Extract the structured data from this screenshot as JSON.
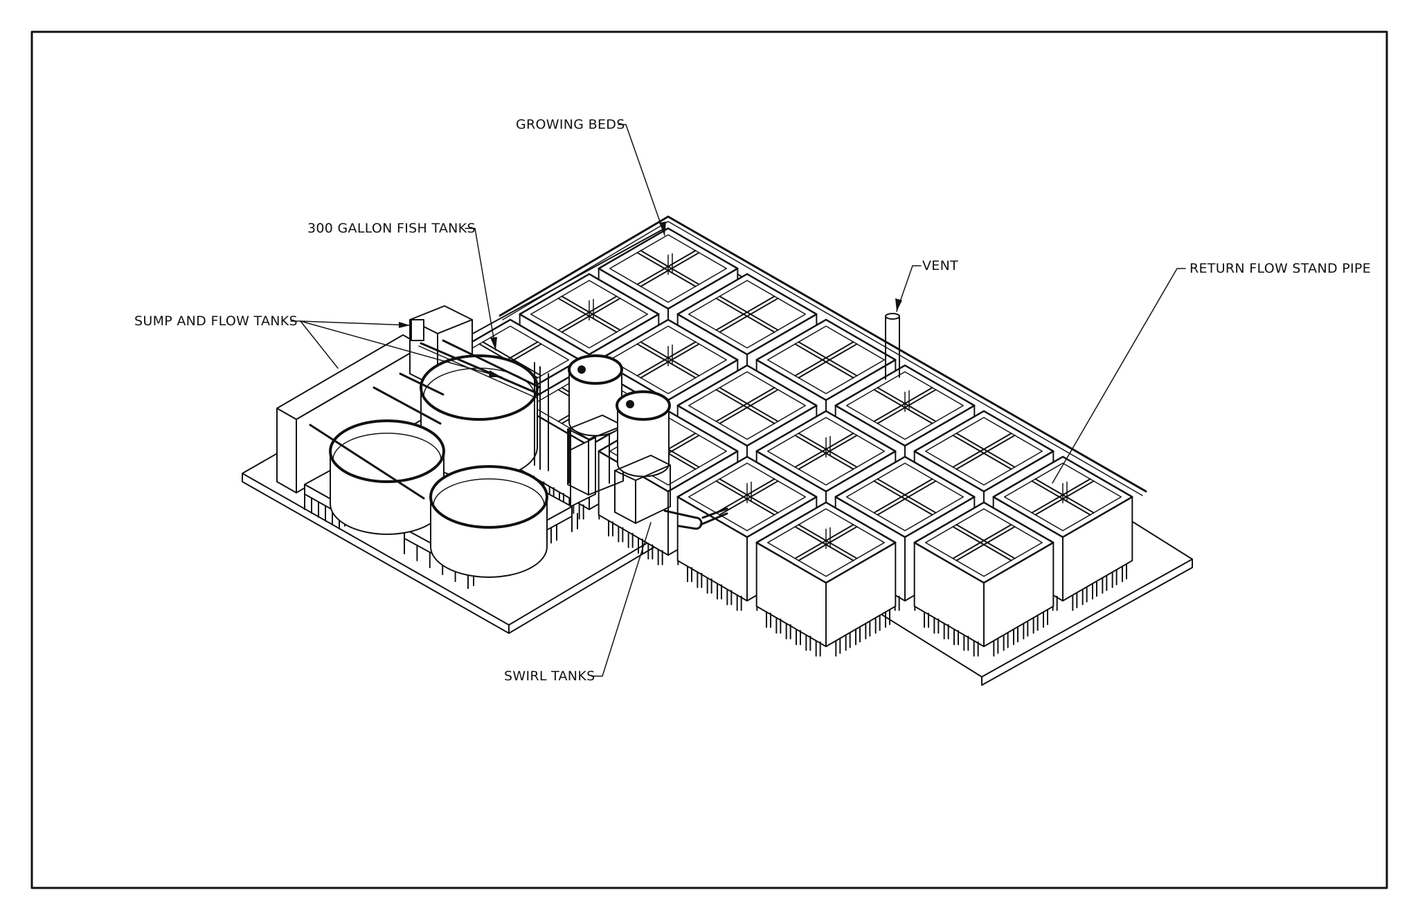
{
  "diagram": {
    "labels": {
      "growing_beds": "GROWING BEDS",
      "fish_tanks": "300 GALLON FISH TANKS",
      "sump_flow_tanks": "SUMP AND FLOW TANKS",
      "vent": "VENT",
      "return_flow": "RETURN FLOW STAND PIPE",
      "swirl_tanks": "SWIRL TANKS"
    }
  }
}
